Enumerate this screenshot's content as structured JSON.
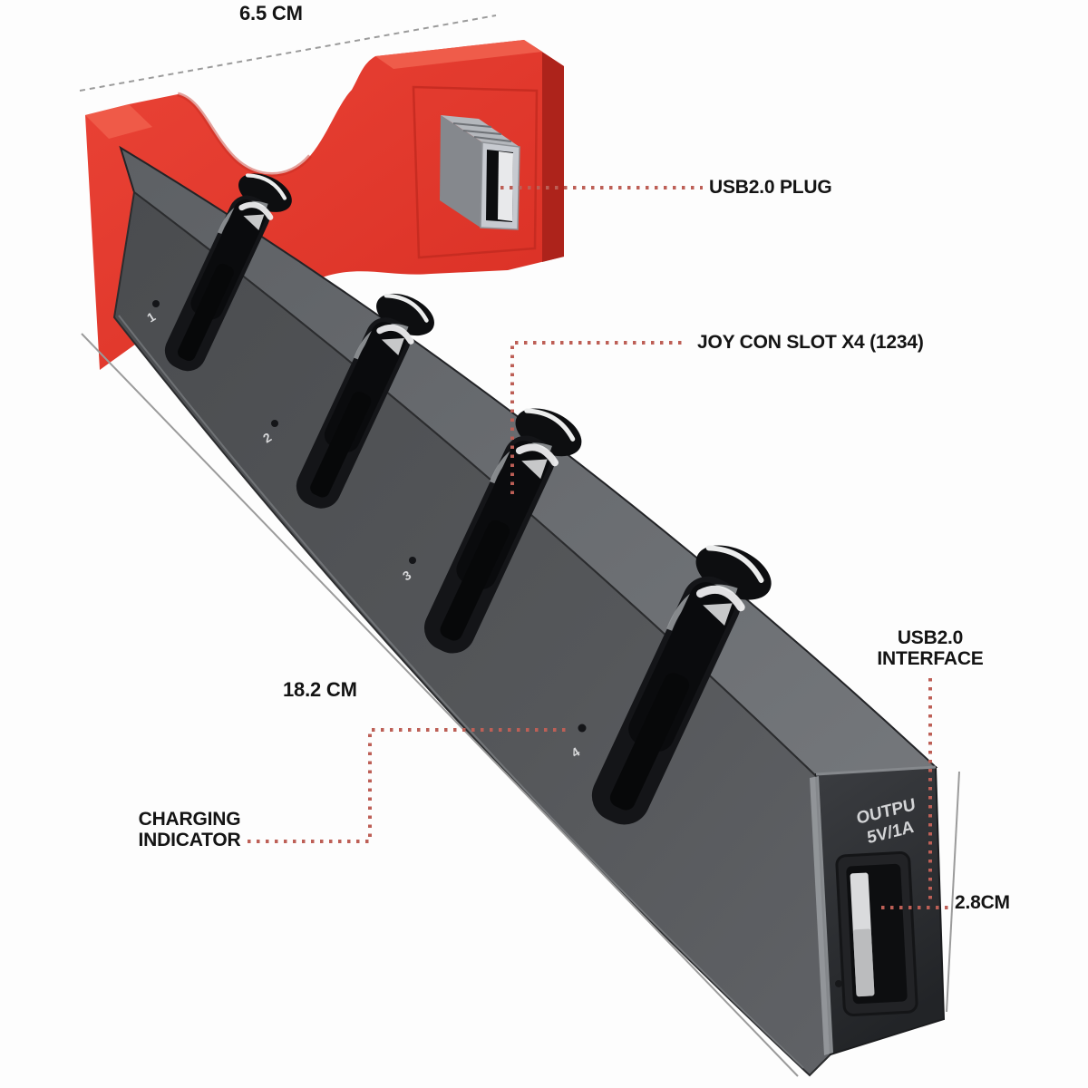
{
  "title": "Joy-Con charging dock annotated diagram",
  "annotations": {
    "dim_width_top": "6.5 CM",
    "usb_plug": "USB2.0 PLUG",
    "joycon_slot": "JOY CON SLOT X4 (1234)",
    "usb_interface_line1": "USB2.0",
    "usb_interface_line2": "INTERFACE",
    "dim_length": "18.2 CM",
    "charging_line1": "CHARGING",
    "charging_line2": "INDICATOR",
    "dim_height": "2.8CM"
  },
  "device": {
    "output_label_line1": "OUTPU",
    "output_label_line2": "5V/1A",
    "slot_numbers": [
      "1",
      "2",
      "3",
      "4"
    ]
  },
  "colors": {
    "red": "#e2382d",
    "red_light": "#ef5c4a",
    "red_dark": "#ad231b",
    "body_gray": "#4c4e51",
    "leader_red": "#bd5f56",
    "dimension_gray": "#9b9b9b"
  }
}
